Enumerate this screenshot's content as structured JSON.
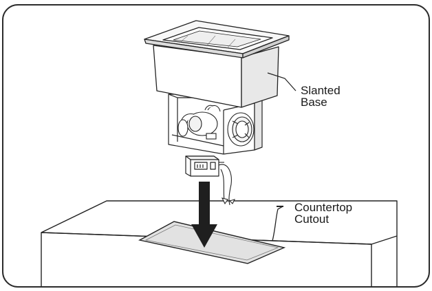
{
  "labels": {
    "slanted_base": [
      "Slanted",
      "Base"
    ],
    "countertop_cutout": [
      "Countertop",
      "Cutout"
    ]
  },
  "colors": {
    "frame": "#2b2b2b",
    "line": "#222222",
    "cutout_fill": "#e2e2e2",
    "background": "#ffffff"
  },
  "icons": {
    "install_arrow": "down-arrow-icon"
  }
}
